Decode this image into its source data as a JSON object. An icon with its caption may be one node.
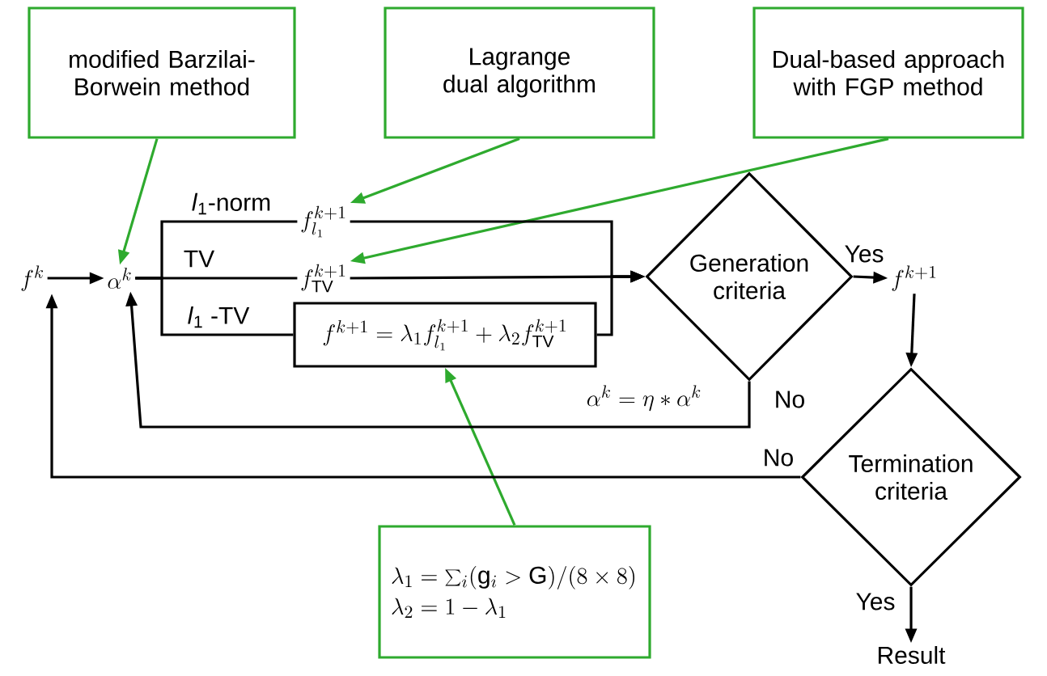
{
  "diagram": {
    "nodes": [
      {
        "text": [
          "modified Barzilai-Borwein method"
        ]
      },
      {
        "text": [
          "Lagrange dual algorithm"
        ]
      },
      {
        "text": [
          "Dual-based approach with FGP method"
        ]
      },
      {
        "text": [
          "f^{k}"
        ]
      },
      {
        "text": [
          "\\alpha^{k}"
        ]
      },
      {
        "text": [
          "f_{l_1}^{k+1}"
        ]
      },
      {
        "text": [
          "f_{\\mathrm{TV}}^{k+1}"
        ]
      },
      {
        "text": [
          "f^{k+1} = \\lambda_1 f_{l_1}^{k+1} + \\lambda_2 f_{\\mathrm{TV}}^{k+1}"
        ]
      },
      {
        "text": [
          "Generation criteria"
        ]
      },
      {
        "text": [
          "f^{k+1}"
        ]
      },
      {
        "text": [
          "Termination criteria"
        ]
      },
      {
        "text": [
          "Result"
        ]
      },
      {
        "text": [
          "\\lambda_1 = \\sum_{i} (\\mathrm{g}_i > \\mathrm{G})/(8\\times 8)",
          "\\lambda_2 = 1-\\lambda_1"
        ]
      }
    ],
    "edges": [
      {
        "from": 0,
        "to": 4,
        "arrow": "to",
        "color": "#2eaa2e"
      },
      {
        "from": 1,
        "to": 5,
        "arrow": "to",
        "color": "#2eaa2e"
      },
      {
        "from": 2,
        "to": 6,
        "arrow": "to",
        "color": "#2eaa2e"
      },
      {
        "from": 12,
        "to": 7,
        "arrow": "to",
        "color": "#2eaa2e"
      },
      {
        "from": 3,
        "to": 4,
        "arrow": "to"
      },
      {
        "from": 4,
        "to": 5,
        "arrow": "none",
        "label": "*l*$_{1}$-norm"
      },
      {
        "from": 4,
        "to": 6,
        "arrow": "none",
        "label": "TV"
      },
      {
        "from": 4,
        "to": 7,
        "arrow": "none",
        "label": "*l*$_{1}$ -TV"
      },
      {
        "from": 5,
        "to": 8,
        "arrow": "to"
      },
      {
        "from": 6,
        "to": 8,
        "arrow": "to"
      },
      {
        "from": 7,
        "to": 8,
        "arrow": "to"
      },
      {
        "from": 8,
        "to": 9,
        "arrow": "to",
        "label": "Yes"
      },
      {
        "from": 8,
        "to": 4,
        "arrow": "to",
        "label": "No"
      },
      {
        "from": 9,
        "to": 10,
        "arrow": "to"
      },
      {
        "from": 10,
        "to": 3,
        "arrow": "to",
        "label": "No"
      },
      {
        "from": 10,
        "to": 11,
        "arrow": "to",
        "label": "Yes"
      }
    ],
    "labels": [
      "\\alpha^{k}=\\eta*\\alpha^{k}"
    ]
  }
}
